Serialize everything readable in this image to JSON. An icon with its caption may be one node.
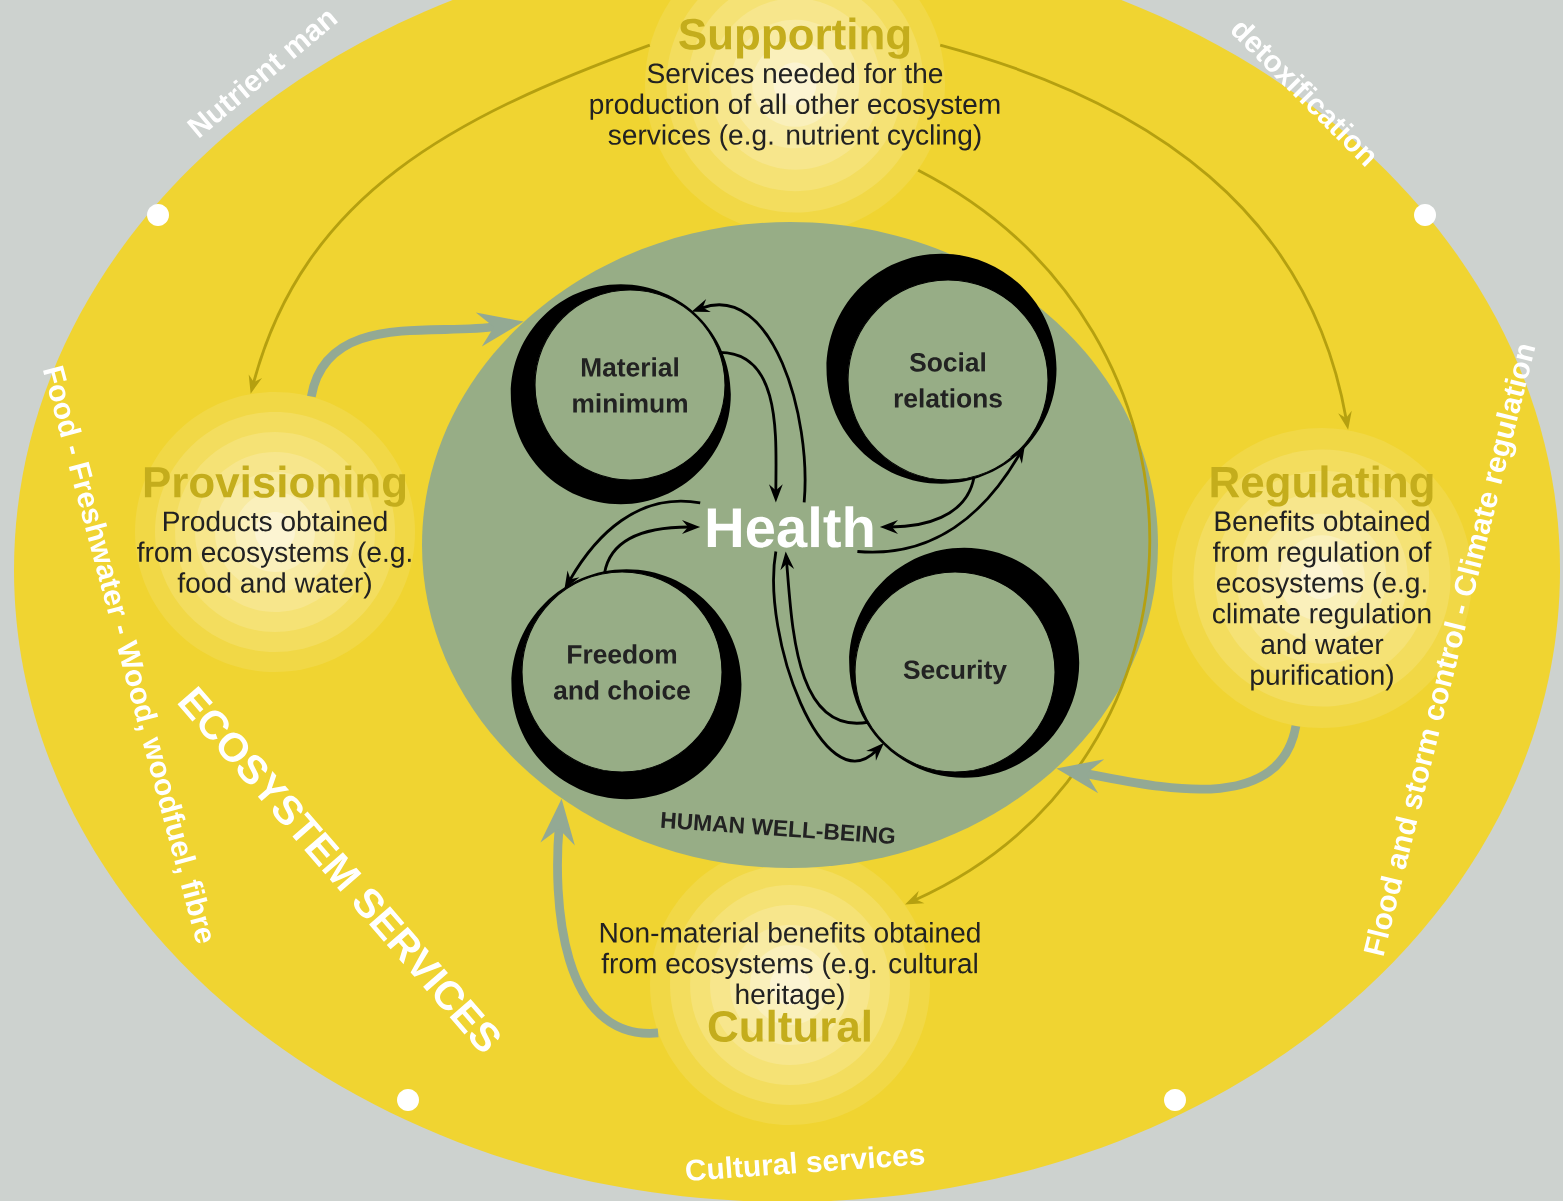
{
  "diagram": {
    "nodes": [
      {
        "text": [
          "Supporting",
          "Services needed for the production of all other ecosystem services (e.g. nutrient cycling)"
        ]
      },
      {
        "text": [
          "Provisioning",
          "Products obtained from ecosystems (e.g. food and water)"
        ]
      },
      {
        "text": [
          "Regulating",
          "Benefits obtained from regulation of ecosystems (e.g. climate regulation and water purification)"
        ]
      },
      {
        "text": [
          "Non-material benefits obtained from ecosystems (e.g. cultural heritage)",
          "Cultural"
        ]
      },
      {
        "text": [
          "HUMAN WELL-BEING"
        ]
      },
      {
        "text": [
          "Health"
        ],
        "in": 4
      },
      {
        "text": [
          "Material minimum"
        ],
        "in": 4
      },
      {
        "text": [
          "Social relations"
        ],
        "in": 4
      },
      {
        "text": [
          "Freedom and choice"
        ],
        "in": 4
      },
      {
        "text": [
          "Security"
        ],
        "in": 4
      }
    ],
    "edges": [
      {
        "from": 0,
        "to": 1,
        "arrow": "to",
        "color": "#b5a010"
      },
      {
        "from": 0,
        "to": 2,
        "arrow": "to",
        "color": "#b5a010"
      },
      {
        "from": 0,
        "to": 3,
        "arrow": "to",
        "color": "#b5a010"
      },
      {
        "from": 1,
        "to": 4,
        "arrow": "to",
        "style": "thick",
        "color": "#93a994"
      },
      {
        "from": 2,
        "to": 4,
        "arrow": "to",
        "style": "thick",
        "color": "#93a994"
      },
      {
        "from": 3,
        "to": 4,
        "arrow": "to",
        "style": "thick",
        "color": "#93a994"
      },
      {
        "from": 6,
        "to": 5,
        "arrow": "to"
      },
      {
        "from": 5,
        "to": 6,
        "arrow": "to"
      },
      {
        "from": 7,
        "to": 5,
        "arrow": "to"
      },
      {
        "from": 5,
        "to": 7,
        "arrow": "to"
      },
      {
        "from": 8,
        "to": 5,
        "arrow": "to"
      },
      {
        "from": 5,
        "to": 8,
        "arrow": "to"
      },
      {
        "from": 9,
        "to": 5,
        "arrow": "to"
      },
      {
        "from": 5,
        "to": 9,
        "arrow": "to"
      }
    ],
    "labels": [
      "Nutrient man",
      "detoxification",
      "Food - Freshwater - Wood, woodfuel, fibre",
      "Flood and storm control - Climate regulation",
      "ECOSYSTEM SERVICES",
      "Cultural services"
    ]
  }
}
